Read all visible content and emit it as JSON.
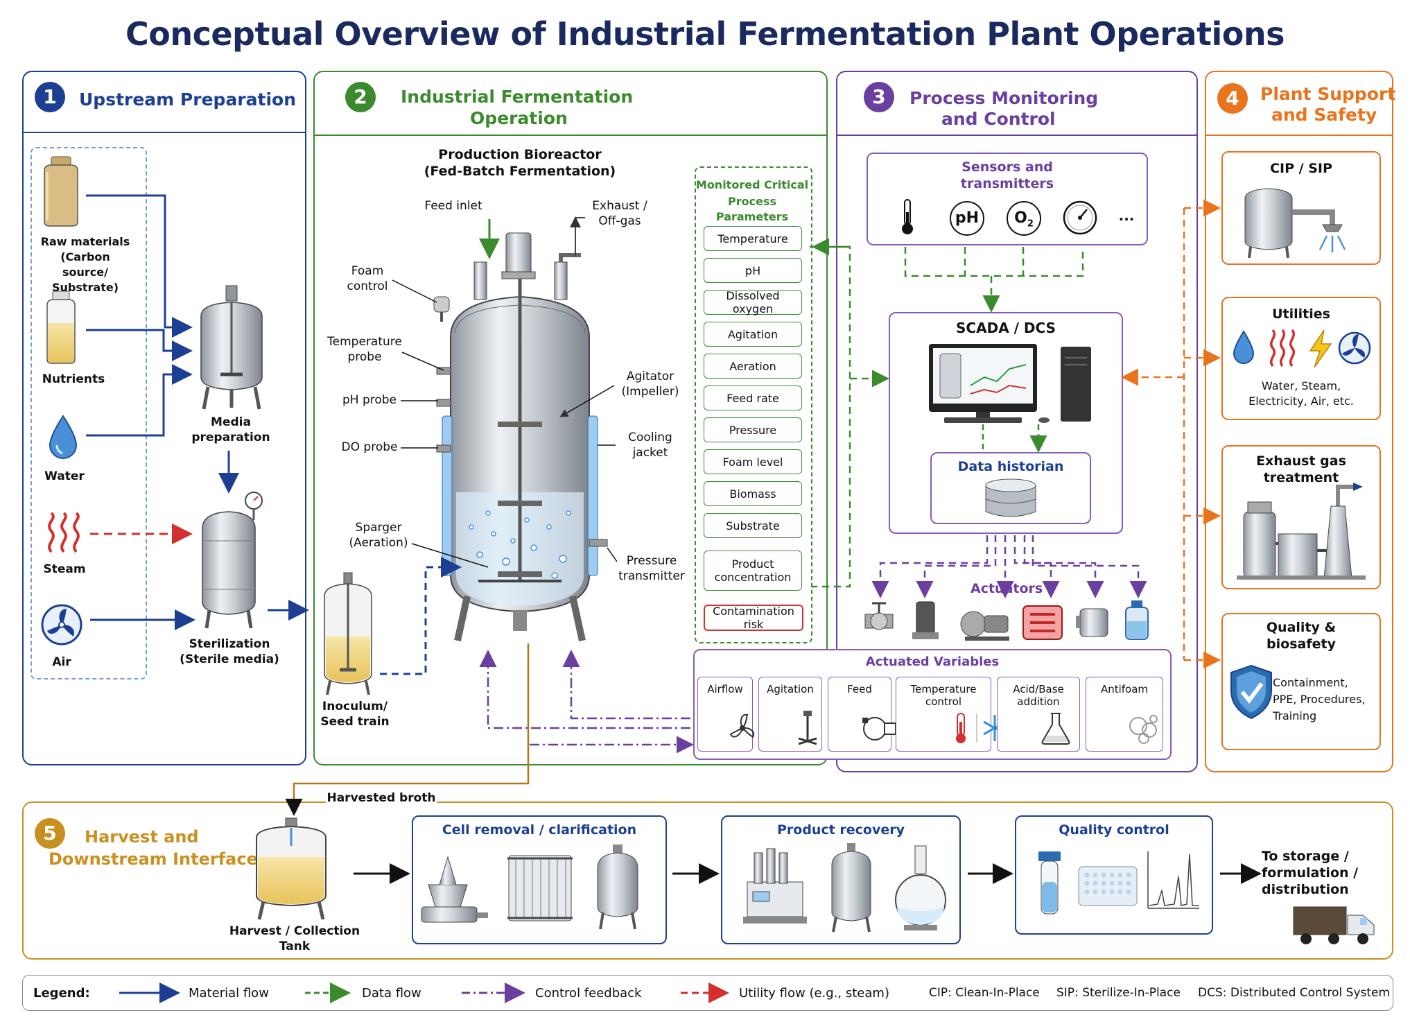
{
  "title": "Conceptual Overview of Industrial Fermentation Plant Operations",
  "colors": {
    "blue": "#1c3f94",
    "green": "#3b8a2e",
    "purple": "#6b3fa0",
    "orange": "#e8741c",
    "gold": "#c8901e",
    "red": "#d32f2f"
  },
  "panel1": {
    "num": "1",
    "title": "Upstream Preparation",
    "raw": "Raw materials (Carbon source/ Substrate)",
    "nutrients": "Nutrients",
    "water": "Water",
    "steam": "Steam",
    "air": "Air",
    "media": "Media preparation",
    "sterilization": "Sterilization (Sterile media)"
  },
  "panel2": {
    "num": "2",
    "title_l1": "Industrial Fermentation",
    "title_l2": "Operation",
    "bioreactor_l1": "Production Bioreactor",
    "bioreactor_l2": "(Fed-Batch Fermentation)",
    "feed_inlet": "Feed inlet",
    "exhaust_l1": "Exhaust /",
    "exhaust_l2": "Off-gas",
    "foam_l1": "Foam",
    "foam_l2": "control",
    "temp_l1": "Temperature",
    "temp_l2": "probe",
    "ph_probe": "pH probe",
    "do_probe": "DO probe",
    "agitator_l1": "Agitator",
    "agitator_l2": "(Impeller)",
    "cooling_l1": "Cooling",
    "cooling_l2": "jacket",
    "sparger_l1": "Sparger",
    "sparger_l2": "(Aeration)",
    "pressure_l1": "Pressure",
    "pressure_l2": "transmitter",
    "inoculum_l1": "Inoculum/",
    "inoculum_l2": "Seed train",
    "params_title_l1": "Monitored Critical",
    "params_title_l2": "Process Parameters",
    "params": [
      "Temperature",
      "pH",
      "Dissolved oxygen",
      "Agitation",
      "Aeration",
      "Feed rate",
      "Pressure",
      "Foam level",
      "Biomass",
      "Substrate"
    ],
    "product_l1": "Product",
    "product_l2": "concentration",
    "contamination": "Contamination risk"
  },
  "panel3": {
    "num": "3",
    "title_l1": "Process Monitoring",
    "title_l2": "and Control",
    "sensors_l1": "Sensors and",
    "sensors_l2": "transmitters",
    "sensor_ph": "pH",
    "sensor_o2": "O",
    "sensor_o2_sub": "2",
    "sensor_more": "...",
    "scada": "SCADA / DCS",
    "historian": "Data historian",
    "actuators": "Actuators",
    "actuated_title": "Actuated Variables",
    "actuated": [
      {
        "l1": "Airflow",
        "l2": ""
      },
      {
        "l1": "Agitation",
        "l2": ""
      },
      {
        "l1": "Feed",
        "l2": ""
      },
      {
        "l1": "Temperature",
        "l2": "control"
      },
      {
        "l1": "Acid/Base",
        "l2": "addition"
      },
      {
        "l1": "Antifoam",
        "l2": ""
      }
    ]
  },
  "panel4": {
    "num": "4",
    "title_l1": "Plant Support",
    "title_l2": "and Safety",
    "cip": "CIP / SIP",
    "utilities": "Utilities",
    "utilities_desc_l1": "Water, Steam,",
    "utilities_desc_l2": "Electricity, Air, etc.",
    "exhaust_l1": "Exhaust gas",
    "exhaust_l2": "treatment",
    "quality_l1": "Quality &",
    "quality_l2": "biosafety",
    "quality_desc_l1": "Containment,",
    "quality_desc_l2": "PPE, Procedures,",
    "quality_desc_l3": "Training"
  },
  "panel5": {
    "num": "5",
    "title_l1": "Harvest and",
    "title_l2": "Downstream Interface",
    "harvested": "Harvested broth",
    "tank_l1": "Harvest / Collection",
    "tank_l2": "Tank",
    "cell_removal": "Cell removal / clarification",
    "product_recovery": "Product recovery",
    "quality_control": "Quality control",
    "storage_l1": "To storage /",
    "storage_l2": "formulation /",
    "storage_l3": "distribution"
  },
  "legend": {
    "label": "Legend:",
    "material": "Material flow",
    "data": "Data flow",
    "control": "Control feedback",
    "utility": "Utility flow (e.g., steam)",
    "cip": "CIP: Clean-In-Place",
    "sip": "SIP: Sterilize-In-Place",
    "dcs": "DCS: Distributed Control System"
  }
}
